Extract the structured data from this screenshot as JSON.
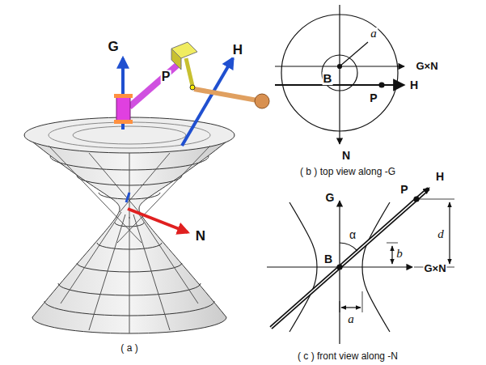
{
  "diagram": {
    "labels": [
      "G",
      "P",
      "H",
      "N",
      "( a )",
      "a",
      "B",
      "G×N",
      "H",
      "P",
      "N",
      "( b ) top view along -G",
      "G",
      "P",
      "H",
      "B",
      "α",
      "d",
      "b",
      "G×N",
      "a",
      "( c ) front view along -N"
    ]
  }
}
